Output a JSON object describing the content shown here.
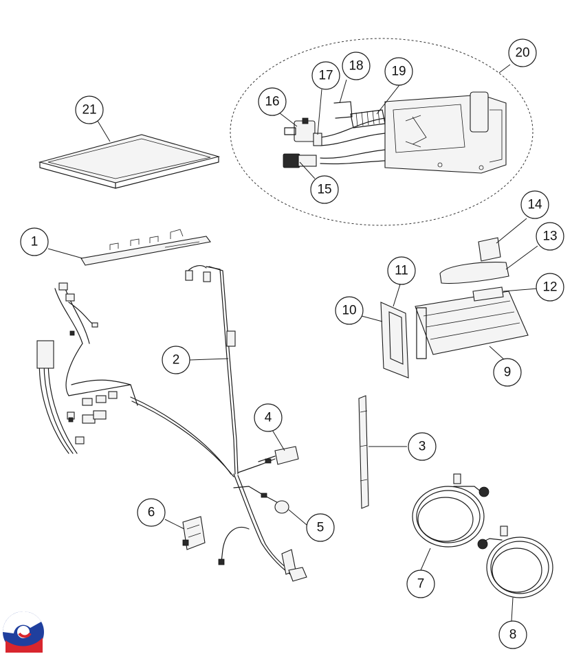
{
  "callouts": [
    {
      "id": "1",
      "label": "1"
    },
    {
      "id": "2",
      "label": "2"
    },
    {
      "id": "3",
      "label": "3"
    },
    {
      "id": "4",
      "label": "4"
    },
    {
      "id": "5",
      "label": "5"
    },
    {
      "id": "6",
      "label": "6"
    },
    {
      "id": "7",
      "label": "7"
    },
    {
      "id": "8",
      "label": "8"
    },
    {
      "id": "9",
      "label": "9"
    },
    {
      "id": "10",
      "label": "10"
    },
    {
      "id": "11",
      "label": "11"
    },
    {
      "id": "12",
      "label": "12"
    },
    {
      "id": "13",
      "label": "13"
    },
    {
      "id": "14",
      "label": "14"
    },
    {
      "id": "15",
      "label": "15"
    },
    {
      "id": "16",
      "label": "16"
    },
    {
      "id": "17",
      "label": "17"
    },
    {
      "id": "18",
      "label": "18"
    },
    {
      "id": "19",
      "label": "19"
    },
    {
      "id": "20",
      "label": "20"
    },
    {
      "id": "21",
      "label": "21"
    }
  ],
  "colors": {
    "line": "#1a1a1a",
    "logo_blue": "#1f3f9e",
    "logo_red": "#d8262e"
  },
  "icons": {
    "logo": "brand-swirl-logo"
  }
}
